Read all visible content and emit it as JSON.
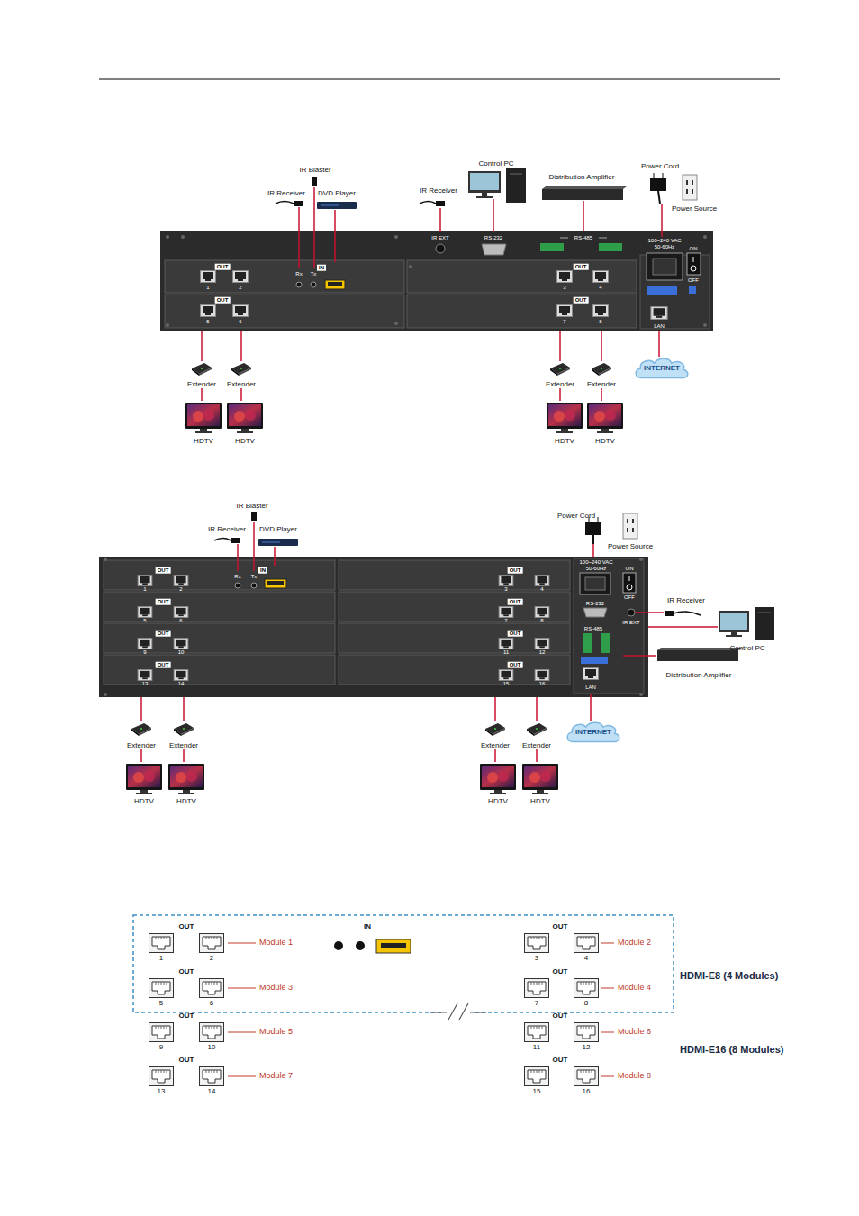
{
  "diagram": {
    "nodes": [
      {
        "text": [
          "IR Blaster"
        ]
      },
      {
        "text": [
          "Control PC"
        ]
      },
      {
        "text": [
          "Power Cord"
        ]
      },
      {
        "text": [
          "Distribution Amplifier"
        ]
      },
      {
        "text": [
          "IR Receiver"
        ]
      },
      {
        "text": [
          "DVD Player"
        ]
      },
      {
        "text": [
          "IR Receiver"
        ]
      },
      {
        "text": [
          "Power Source"
        ]
      },
      {
        "text": [
          "Extender"
        ]
      },
      {
        "text": [
          "Extender"
        ]
      },
      {
        "text": [
          "Extender"
        ]
      },
      {
        "text": [
          "Extender"
        ]
      },
      {
        "text": [
          "INTERNET"
        ]
      },
      {
        "text": [
          "HDTV"
        ]
      },
      {
        "text": [
          "HDTV"
        ]
      },
      {
        "text": [
          "HDTV"
        ]
      },
      {
        "text": [
          "HDTV"
        ]
      },
      {
        "text": [
          "IR Blaster"
        ]
      },
      {
        "text": [
          "Power Cord"
        ]
      },
      {
        "text": [
          "IR Receiver"
        ]
      },
      {
        "text": [
          "DVD Player"
        ]
      },
      {
        "text": [
          "Power Source"
        ]
      },
      {
        "text": [
          "IR Receiver"
        ]
      },
      {
        "text": [
          "Control PC"
        ]
      },
      {
        "text": [
          "Distribution Amplifier"
        ]
      },
      {
        "text": [
          "INTERNET"
        ]
      },
      {
        "text": [
          "Extender"
        ]
      },
      {
        "text": [
          "Extender"
        ]
      },
      {
        "text": [
          "Extender"
        ]
      },
      {
        "text": [
          "Extender"
        ]
      },
      {
        "text": [
          "HDTV"
        ]
      },
      {
        "text": [
          "HDTV"
        ]
      },
      {
        "text": [
          "HDTV"
        ]
      },
      {
        "text": [
          "HDTV"
        ]
      }
    ],
    "edges": [
      {
        "from": 8,
        "to": 13,
        "arrow": "none"
      },
      {
        "from": 9,
        "to": 14,
        "arrow": "none"
      },
      {
        "from": 10,
        "to": 15,
        "arrow": "none"
      },
      {
        "from": 11,
        "to": 16,
        "arrow": "none"
      },
      {
        "from": 26,
        "to": 30,
        "arrow": "none"
      },
      {
        "from": 27,
        "to": 31,
        "arrow": "none"
      },
      {
        "from": 28,
        "to": 32,
        "arrow": "none"
      },
      {
        "from": 29,
        "to": 33,
        "arrow": "none"
      }
    ],
    "labels": [
      "OUT",
      "1",
      "2",
      "Rx",
      "Tx",
      "IN",
      "OUT",
      "3",
      "4",
      "OUT",
      "5",
      "6",
      "OUT",
      "7",
      "8",
      "IR EXT",
      "RS-232",
      "RS-485",
      "100~240 VAC 50-60Hz",
      "ON",
      "OFF",
      "LAN",
      "OUT",
      "1",
      "2",
      "Rx",
      "Tx",
      "IN",
      "OUT",
      "3",
      "4",
      "OUT",
      "5",
      "6",
      "OUT",
      "7",
      "8",
      "OUT",
      "9",
      "10",
      "OUT",
      "11",
      "12",
      "OUT",
      "13",
      "14",
      "OUT",
      "15",
      "16",
      "100~240 VAC 50-60Hz",
      "ON",
      "OFF",
      "RS-232",
      "IR EXT",
      "RS-485",
      "LAN",
      "OUT",
      "1",
      "2",
      "Module 1",
      "IN",
      "OUT",
      "3",
      "4",
      "Module 2",
      "OUT",
      "5",
      "6",
      "Module 3",
      "OUT",
      "7",
      "8",
      "Module 4",
      "HDMI-E8 (4 Modules)",
      "OUT",
      "9",
      "10",
      "Module 5",
      "OUT",
      "11",
      "12",
      "Module 6",
      "HDMI-E16 (8 Modules)",
      "OUT",
      "13",
      "14",
      "Module 7",
      "OUT",
      "15",
      "16",
      "Module 8"
    ]
  }
}
